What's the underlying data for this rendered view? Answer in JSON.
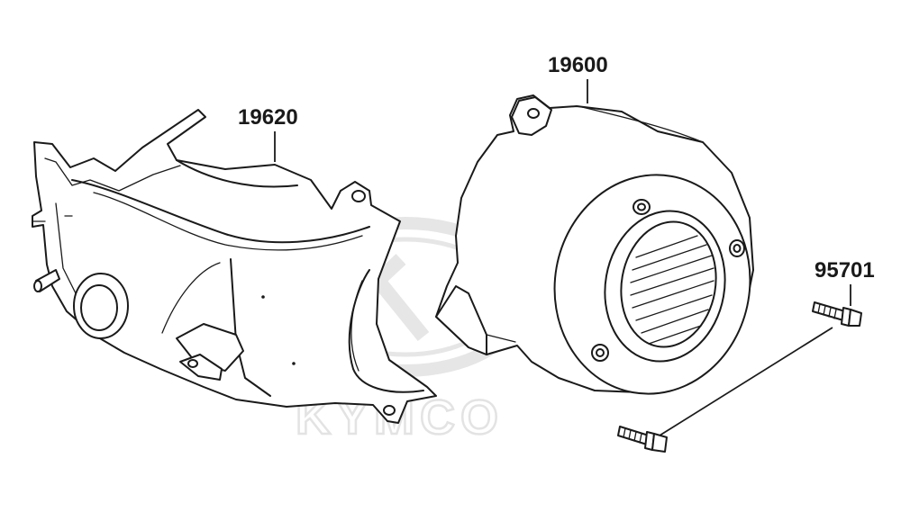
{
  "watermark": {
    "brand_text": "KYMCO"
  },
  "parts": [
    {
      "id": "p1",
      "label": "19620",
      "name": "shroud (cylinder cover)"
    },
    {
      "id": "p2",
      "label": "19600",
      "name": "fan cover"
    },
    {
      "id": "p3",
      "label": "95701",
      "name": "flange bolt"
    }
  ],
  "colors": {
    "line": "#1a1a1a",
    "watermark": "#e4e4e4",
    "background": "#ffffff"
  }
}
